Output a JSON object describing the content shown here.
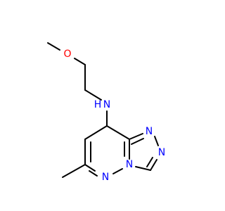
{
  "diagram": {
    "type": "chemical-structure",
    "colors": {
      "bond": "#000000",
      "N": "#0000ff",
      "O": "#ff0000",
      "background": "#ffffff"
    },
    "labels": {
      "O": "O",
      "NH": "N",
      "H": "H",
      "N1": "N",
      "N2": "N",
      "N3": "N",
      "N4": "N"
    }
  }
}
